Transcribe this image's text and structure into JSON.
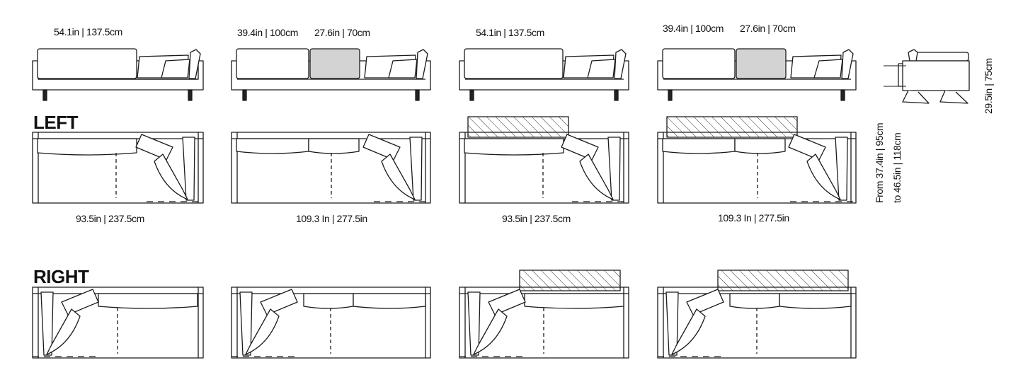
{
  "labels": {
    "left": "LEFT",
    "right": "RIGHT",
    "front_1": "54.1in | 137.5cm",
    "front_2a": "39.4in | 100cm",
    "front_2b": "27.6in | 70cm",
    "front_3": "54.1in | 137.5cm",
    "front_4a": "39.4in | 100cm",
    "front_4b": "27.6in | 70cm",
    "width_1": "93.5in | 237.5cm",
    "width_2": "109.3 In | 277.5in",
    "width_3": "93.5in | 237.5cm",
    "width_4": "109.3 In | 277.5in",
    "depth_a": "From 37.4in | 95cm",
    "depth_b": "to 46.5in | 118cm",
    "height": "29.5in | 75cm"
  },
  "colors": {
    "line": "#1a1a1a",
    "cushion_gray": "#d3d3d3",
    "leg": "#222222"
  }
}
